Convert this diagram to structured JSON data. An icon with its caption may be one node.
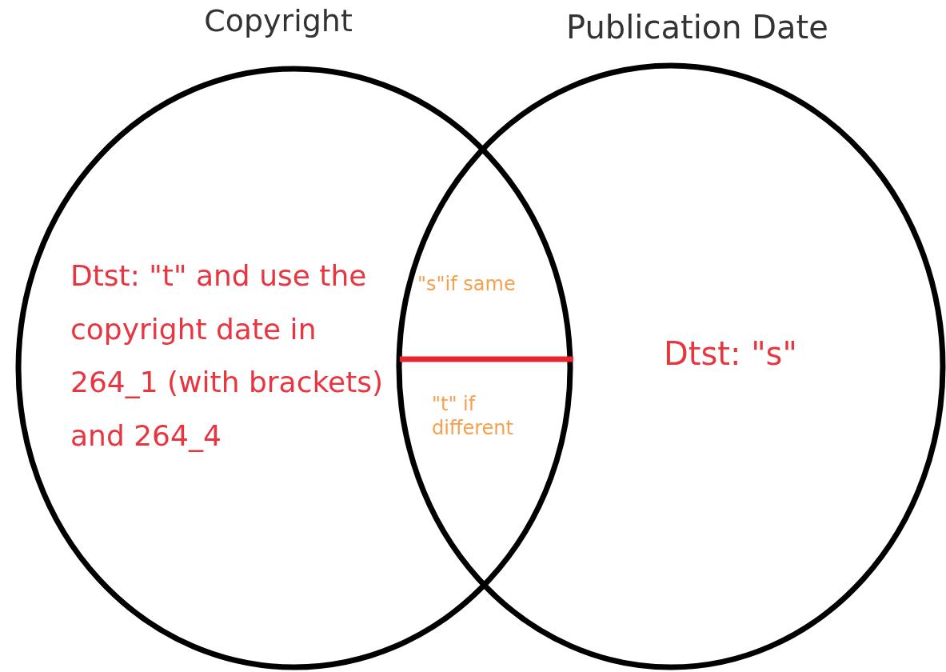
{
  "diagram": {
    "nodes": [
      {
        "text": [
          "Copyright",
          "Dtst: \"t\" and use the copyright date in 264_1 (with brackets) and 264_4"
        ]
      },
      {
        "text": [
          "Publication Date",
          "Dtst: \"s\""
        ]
      }
    ],
    "labels": [
      "\"s\"if same",
      "\"t\" if different"
    ]
  }
}
